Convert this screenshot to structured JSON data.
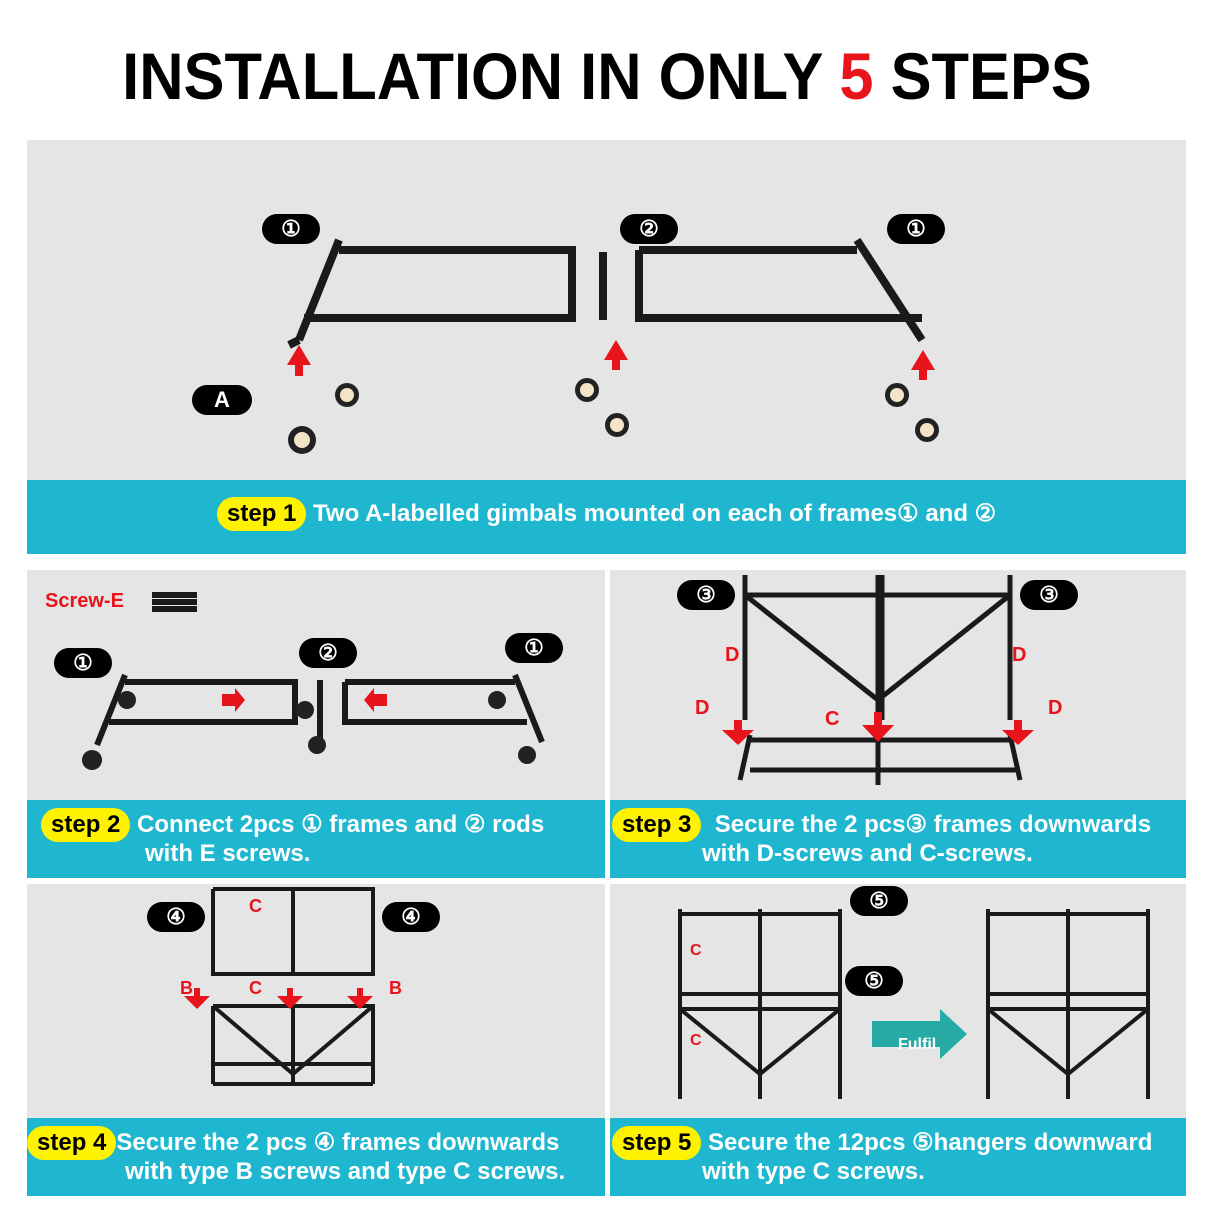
{
  "title": {
    "prefix": "INSTALLATION IN ONLY ",
    "number": "5",
    "suffix": " STEPS"
  },
  "steps": [
    {
      "badge": "step 1",
      "text": "Two A-labelled gimbals mounted on each of frames① and ②",
      "labels": [
        "①",
        "②",
        "①",
        "A"
      ]
    },
    {
      "badge": "step 2",
      "line1": "Connect 2pcs ① frames and ② rods",
      "line2": "with E screws.",
      "screw_label": "Screw-E",
      "labels": [
        "①",
        "②",
        "①"
      ]
    },
    {
      "badge": "step 3",
      "line1": "Secure the 2 pcs③ frames downwards",
      "line2": "with D-screws and C-screws.",
      "labels": [
        "③",
        "③"
      ],
      "screw_labels": [
        "D",
        "D",
        "D",
        "D",
        "C"
      ]
    },
    {
      "badge": "step 4",
      "line1": "Secure the 2 pcs ④ frames downwards",
      "line2": "with type B screws and type C screws.",
      "labels": [
        "④",
        "④"
      ],
      "screw_labels": [
        "C",
        "B",
        "C",
        "B"
      ]
    },
    {
      "badge": "step 5",
      "line1": "Secure the 12pcs ⑤hangers downward",
      "line2": "with type C screws.",
      "labels": [
        "⑤",
        "⑤"
      ],
      "screw_labels": [
        "C",
        "C"
      ],
      "arrow_label": "Fulfil"
    }
  ]
}
